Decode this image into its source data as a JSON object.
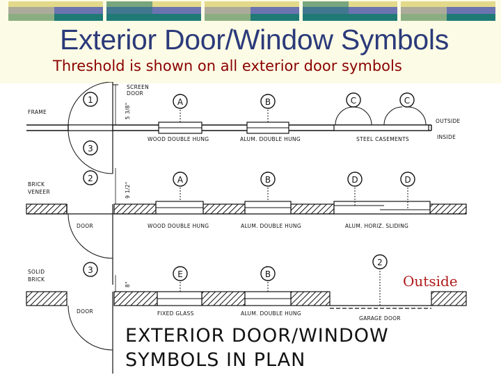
{
  "slide": {
    "title": "Exterior Door/Window Symbols",
    "subtitle": "Threshold is shown on all exterior door symbols",
    "colors": {
      "title": "#2b3a7a",
      "subtitle": "#8a0000",
      "header_background": "#fcfbe5",
      "deco_yellow": "#e2d98b",
      "deco_blue": "#6b73b0",
      "deco_teal": "#1f7a75"
    }
  },
  "drawing": {
    "rows": [
      {
        "label_1": "FRAME",
        "label_2": "",
        "door_numbers": [
          "1",
          "3"
        ],
        "dimension": "5 3/8\"",
        "top_label": "SCREEN DOOR",
        "windows": [
          {
            "mark": "A",
            "caption": "WOOD DOUBLE HUNG"
          },
          {
            "mark": "B",
            "caption": "ALUM. DOUBLE HUNG"
          },
          {
            "mark": "C",
            "caption": "STEEL CASEMENTS"
          }
        ],
        "side_labels": [
          "OUTSIDE",
          "INSIDE"
        ]
      },
      {
        "label_1": "BRICK",
        "label_2": "VENEER",
        "door_number": "2",
        "dimension": "9 1/2\"",
        "door_label": "DOOR",
        "windows": [
          {
            "mark": "A",
            "caption": "WOOD DOUBLE HUNG"
          },
          {
            "mark": "B",
            "caption": "ALUM. DOUBLE HUNG"
          },
          {
            "mark": "D",
            "caption": "ALUM. HORIZ. SLIDING"
          }
        ]
      },
      {
        "label_1": "SOLID",
        "label_2": "BRICK",
        "door_number": "3",
        "dimension": "8\"",
        "door_label": "DOOR",
        "windows": [
          {
            "mark": "E",
            "caption": "FIXED GLASS"
          },
          {
            "mark": "B",
            "caption": "ALUM. DOUBLE HUNG"
          },
          {
            "mark": "2",
            "caption": "GARAGE DOOR"
          }
        ]
      }
    ],
    "caption_line_1": "EXTERIOR DOOR/WINDOW",
    "caption_line_2": "SYMBOLS IN PLAN",
    "outside_note": "Outside"
  }
}
